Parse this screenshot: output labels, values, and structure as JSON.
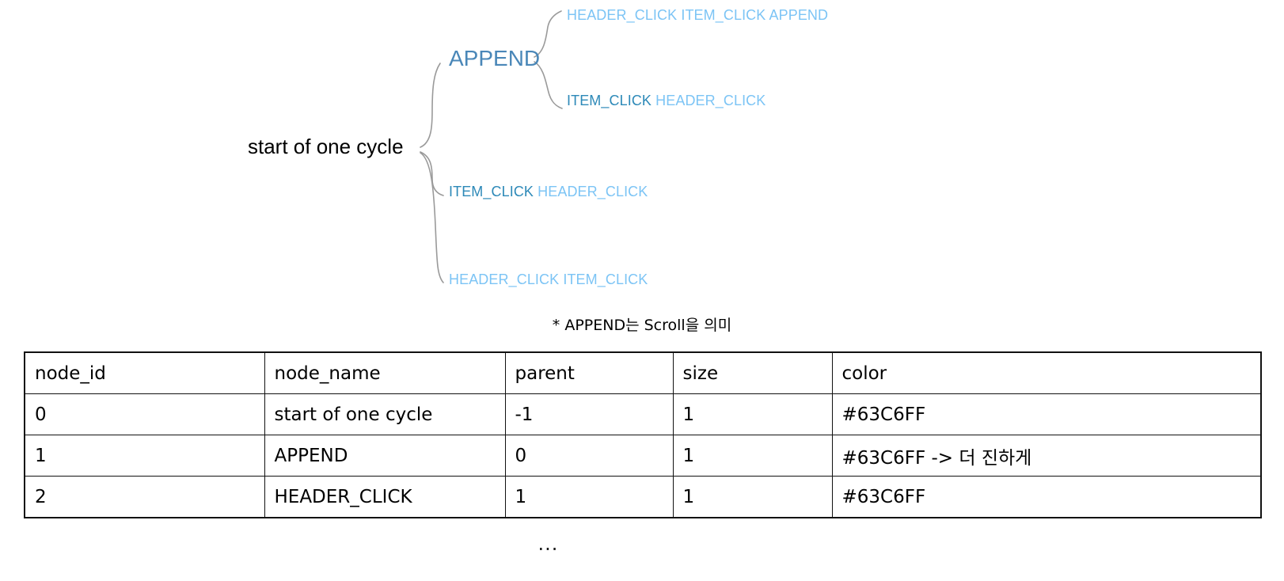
{
  "diagram": {
    "type": "tree",
    "root": {
      "label": "start of one cycle",
      "color": "#000000"
    },
    "append_node": {
      "label": "APPEND",
      "color": "#4a87b8"
    },
    "leaves": [
      {
        "id": "leaf-1",
        "tokens": [
          {
            "text": "HEADER_CLICK",
            "shade": "light"
          },
          {
            "text": "ITEM_CLICK",
            "shade": "light"
          },
          {
            "text": "APPEND",
            "shade": "light"
          }
        ]
      },
      {
        "id": "leaf-2",
        "tokens": [
          {
            "text": "ITEM_CLICK",
            "shade": "dark"
          },
          {
            "text": "HEADER_CLICK",
            "shade": "light"
          }
        ]
      },
      {
        "id": "leaf-3",
        "tokens": [
          {
            "text": "ITEM_CLICK",
            "shade": "dark"
          },
          {
            "text": "HEADER_CLICK",
            "shade": "light"
          }
        ]
      },
      {
        "id": "leaf-4",
        "tokens": [
          {
            "text": "HEADER_CLICK",
            "shade": "light"
          },
          {
            "text": "ITEM_CLICK",
            "shade": "light"
          }
        ]
      }
    ],
    "colors": {
      "token_light": "#7cc4f5",
      "token_dark": "#2d89b8",
      "append_label": "#4a87b8",
      "connector": "#9a9a9a"
    }
  },
  "note": {
    "text": "* APPEND는 Scroll을 의미"
  },
  "table": {
    "headers": [
      "node_id",
      "node_name",
      "parent",
      "size",
      "color"
    ],
    "rows": [
      {
        "node_id": "0",
        "node_name": "start of one cycle",
        "parent": "-1",
        "size": "1",
        "color": "#63C6FF"
      },
      {
        "node_id": "1",
        "node_name": "APPEND",
        "parent": "0",
        "size": "1",
        "color": "#63C6FF -> 더 진하게"
      },
      {
        "node_id": "2",
        "node_name": "HEADER_CLICK",
        "parent": "1",
        "size": "1",
        "color": "#63C6FF"
      }
    ],
    "ellipsis": "..."
  }
}
